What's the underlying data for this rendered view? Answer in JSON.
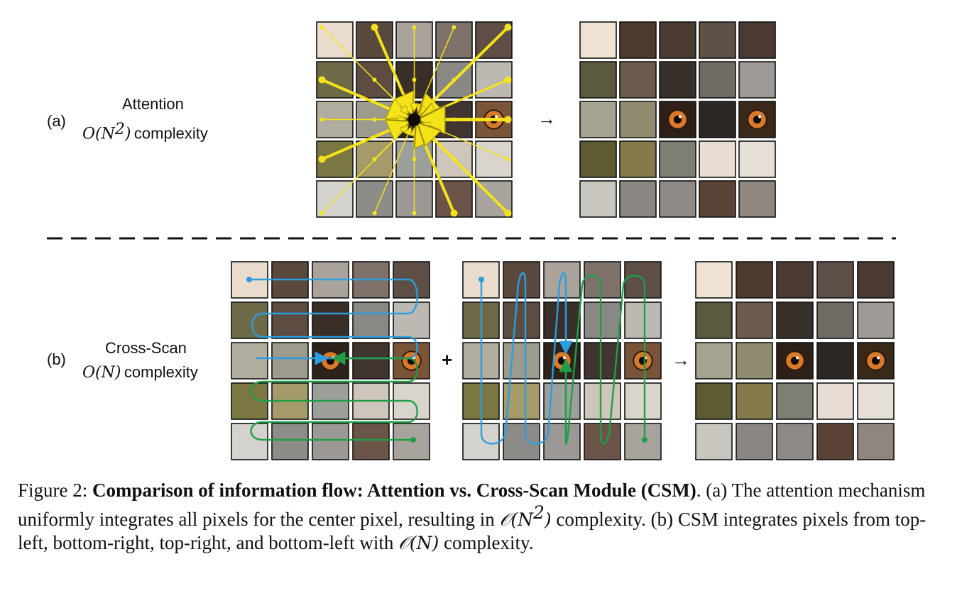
{
  "panel_a": {
    "letter": "(a)",
    "title": "Attention",
    "math": "O(N",
    "math_sup": "2",
    "math_close": ")",
    "complexity": "complexity",
    "arrow": "→"
  },
  "panel_b": {
    "letter": "(b)",
    "title": "Cross-Scan",
    "math": "O(N)",
    "complexity": "complexity",
    "plus": "+",
    "arrow": "→"
  },
  "colors": {
    "attention_arrow": "#f5e31a",
    "scan_blue": "#2a9ee0",
    "scan_green": "#1f9e47",
    "divider": "#111111"
  },
  "caption": {
    "prefix": "Figure 2:",
    "bold": "Comparison of information flow: Attention vs.  Cross-Scan Module (CSM)",
    "text_a1": ". (a) The attention mechanism uniformly integrates all pixels for the center pixel, resulting in",
    "math_a": "𝒪(N",
    "math_a_sup": "2",
    "math_a_close": ")",
    "text_b1": "complexity. (b) CSM integrates pixels from top-left, bottom-right, top-right, and bottom-left with",
    "math_b": "𝒪(N)",
    "text_b2": "complexity."
  }
}
